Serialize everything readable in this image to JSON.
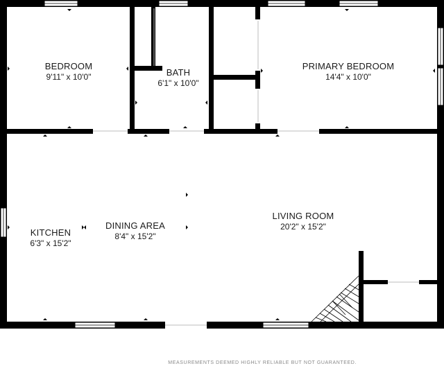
{
  "rooms": [
    {
      "id": "bedroom",
      "name": "BEDROOM",
      "dims": "9'11\" x 10'0\""
    },
    {
      "id": "bath",
      "name": "BATH",
      "dims": "6'1\" x 10'0\""
    },
    {
      "id": "primary-bedroom",
      "name": "PRIMARY BEDROOM",
      "dims": "14'4\" x 10'0\""
    },
    {
      "id": "kitchen",
      "name": "KITCHEN",
      "dims": "6'3\" x 15'2\""
    },
    {
      "id": "dining-area",
      "name": "DINING AREA",
      "dims": "8'4\" x 15'2\""
    },
    {
      "id": "living-room",
      "name": "LIVING ROOM",
      "dims": "20'2\" x 15'2\""
    }
  ],
  "disclaimer": "MEASUREMENTS DEEMED HIGHLY RELIABLE BUT NOT GUARANTEED."
}
